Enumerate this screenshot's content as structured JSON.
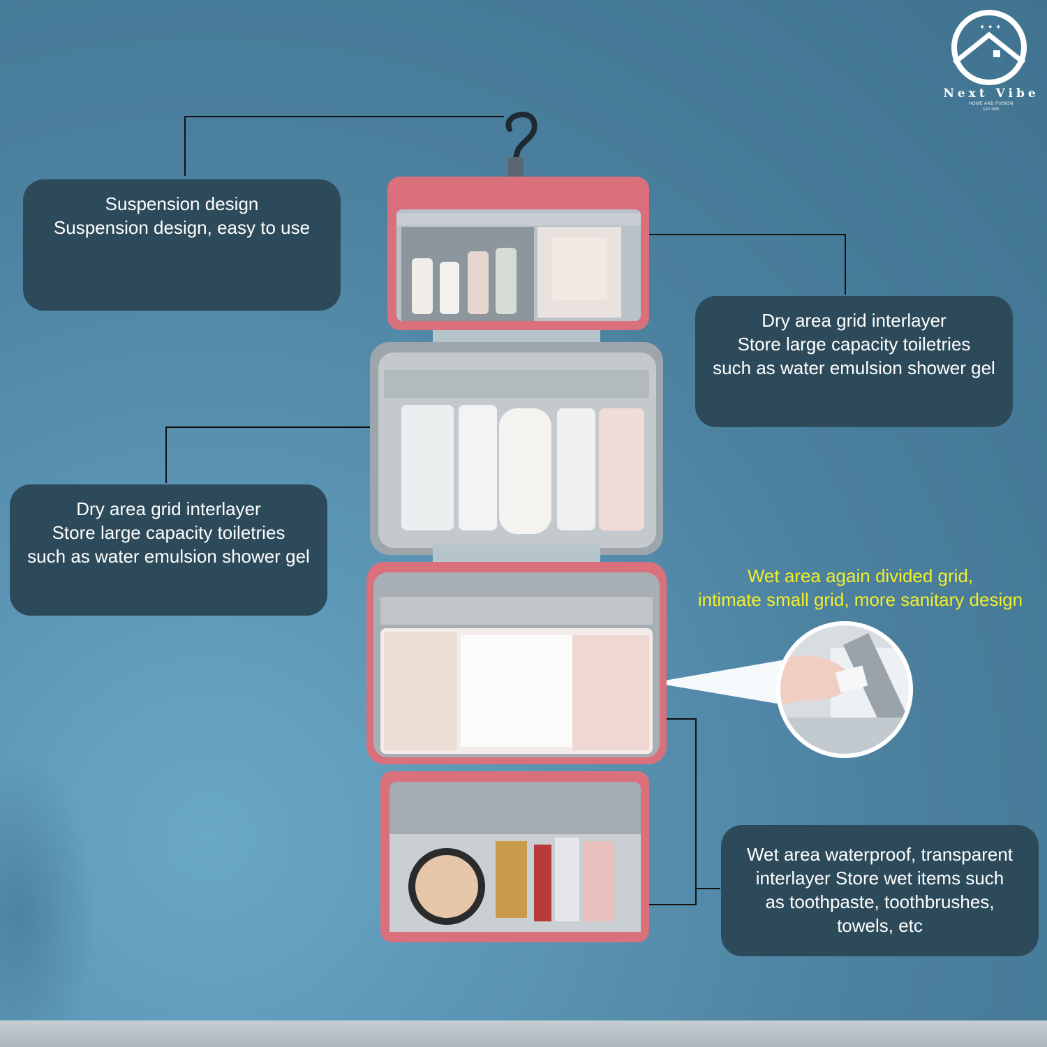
{
  "brand": {
    "name": "Next Vibe",
    "subtitle": "HOME AND FUSION",
    "est": "EST 2025"
  },
  "callouts": {
    "suspension": {
      "lines": [
        "Suspension design",
        "Suspension design, easy to use"
      ]
    },
    "dry_right": {
      "lines": [
        "Dry area grid interlayer",
        "Store large capacity toiletries",
        "such as water emulsion shower gel"
      ]
    },
    "dry_left": {
      "lines": [
        "Dry area grid interlayer",
        "Store large capacity toiletries",
        "such as water emulsion shower gel"
      ]
    },
    "wet_grid_note": {
      "lines": [
        "Wet area again divided grid,",
        "intimate small grid, more sanitary design"
      ],
      "color": "#f2ee2a"
    },
    "wet_waterproof": {
      "lines": [
        "Wet area waterproof, transparent",
        "interlayer Store wet items such",
        "as toothpaste, toothbrushes,",
        "towels, etc"
      ]
    }
  },
  "colors": {
    "callout_bg": "#2c4a5a",
    "bag_pink": "#d9707c",
    "bag_gray": "#b9c2c8"
  },
  "icons": {
    "logo": "house-in-circle-icon",
    "hook": "hanger-hook-icon"
  }
}
